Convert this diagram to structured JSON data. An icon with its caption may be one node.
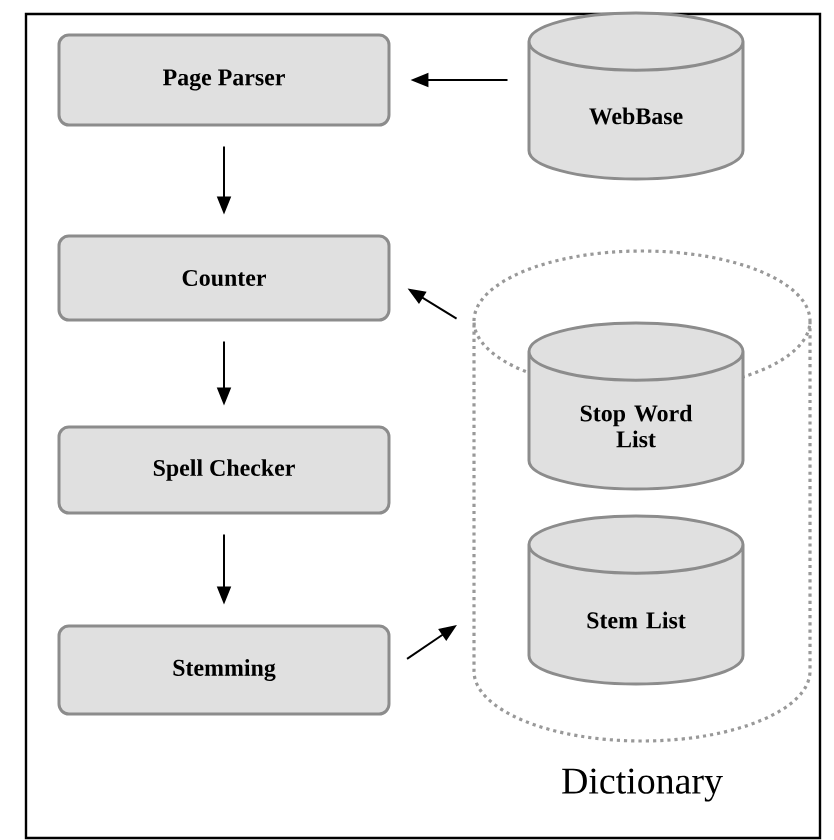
{
  "diagram": {
    "nodes": [
      {
        "text": [
          "Page Parser"
        ]
      },
      {
        "text": [
          "Counter"
        ]
      },
      {
        "text": [
          "Spell Checker"
        ]
      },
      {
        "text": [
          "Stemming"
        ]
      },
      {
        "text": [
          "WebBase"
        ]
      },
      {
        "text": [
          "Dictionary"
        ]
      },
      {
        "text": [
          "Stop Word List"
        ],
        "in": 5
      },
      {
        "text": [
          "Stem List"
        ],
        "in": 5
      }
    ],
    "edges": [
      {
        "from": 4,
        "to": 0,
        "arrow": "to"
      },
      {
        "from": 0,
        "to": 1,
        "arrow": "to"
      },
      {
        "from": 1,
        "to": 2,
        "arrow": "to"
      },
      {
        "from": 2,
        "to": 3,
        "arrow": "to"
      },
      {
        "from": 5,
        "to": 1,
        "arrow": "to"
      },
      {
        "from": 3,
        "to": 5,
        "arrow": "to"
      }
    ]
  }
}
